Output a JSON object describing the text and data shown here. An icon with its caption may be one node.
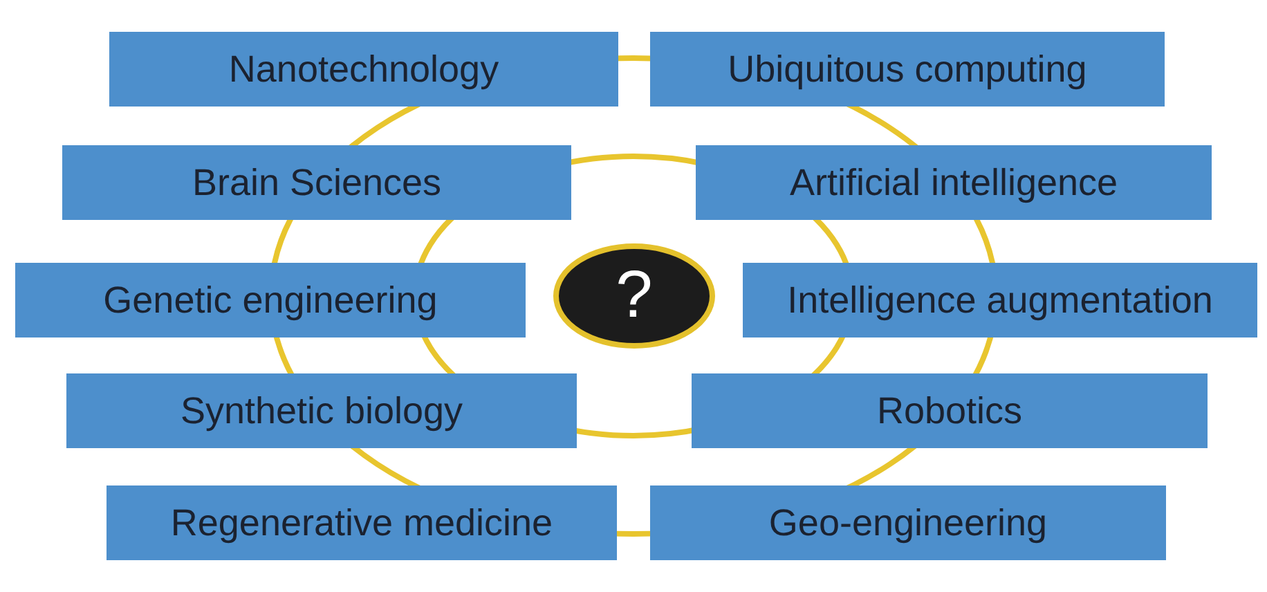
{
  "diagram": {
    "nodes": [
      {
        "text": [
          "Nanotechnology"
        ]
      },
      {
        "text": [
          "Ubiquitous computing"
        ]
      },
      {
        "text": [
          "Brain Sciences"
        ]
      },
      {
        "text": [
          "Artificial intelligence"
        ]
      },
      {
        "text": [
          "Genetic engineering"
        ]
      },
      {
        "text": [
          "?"
        ]
      },
      {
        "text": [
          "Intelligence augmentation"
        ]
      },
      {
        "text": [
          "Synthetic biology"
        ]
      },
      {
        "text": [
          "Robotics"
        ]
      },
      {
        "text": [
          "Regenerative medicine"
        ]
      },
      {
        "text": [
          "Geo-engineering"
        ]
      }
    ]
  }
}
